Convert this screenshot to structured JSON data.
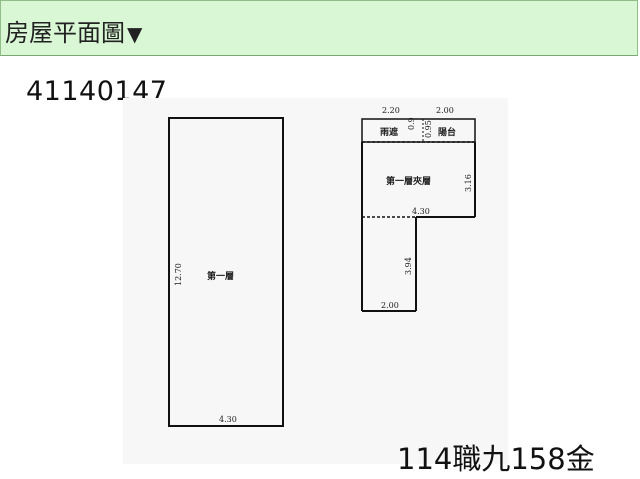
{
  "header": {
    "title": "房屋平面圖",
    "caret": "▼"
  },
  "doc_id": "41140147",
  "address": "114職九158金",
  "plan": {
    "first_floor": {
      "label": "第一層",
      "height": "12.70",
      "width": "4.30"
    },
    "mezzanine": {
      "label": "第一層夾層",
      "dim_right": "3.16",
      "dim_bottom": "4.30",
      "dim_side": "3.94",
      "dim_base": "2.00"
    },
    "top_strip": {
      "rain_shelter": "雨遮",
      "balcony": "陽台",
      "dim_left": "2.20",
      "dim_right": "2.00",
      "dim_small": "0.9",
      "dim_small2": "0.95"
    }
  }
}
